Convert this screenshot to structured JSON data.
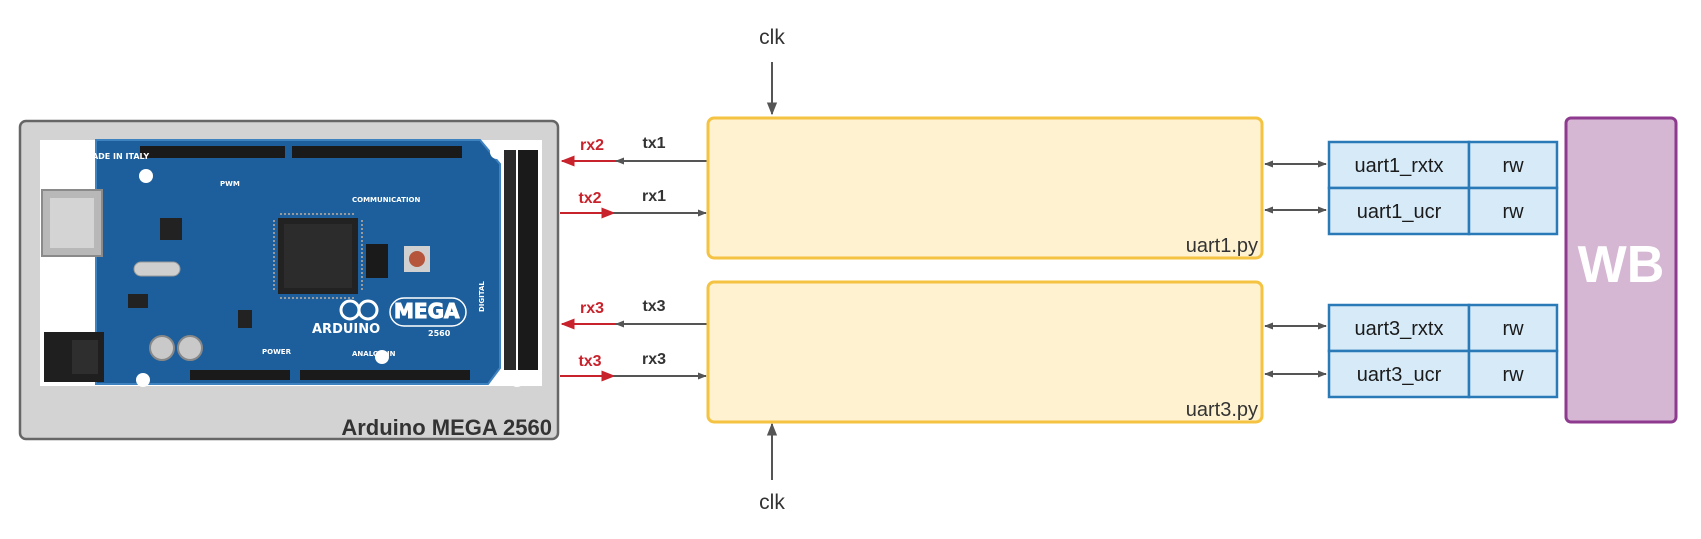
{
  "clock": {
    "top_label": "clk",
    "bottom_label": "clk"
  },
  "board": {
    "caption": "Arduino MEGA 2560",
    "photo_text": {
      "brand": "ARDUINO",
      "model": "MEGA",
      "model_number": "2560",
      "made_in": "MADE IN ITALY",
      "communication": "COMMUNICATION",
      "pwm": "PWM",
      "digital": "DIGITAL",
      "power": "POWER",
      "analog_in": "ANALOG IN"
    }
  },
  "signals": {
    "uart1": {
      "board_rx": "rx2",
      "board_tx": "tx2",
      "mod_tx": "tx1",
      "mod_rx": "rx1"
    },
    "uart3": {
      "board_rx": "rx3",
      "board_tx": "tx3",
      "mod_tx": "tx3",
      "mod_rx": "rx3"
    }
  },
  "modules": [
    {
      "name": "uart1.py"
    },
    {
      "name": "uart3.py"
    }
  ],
  "register_groups": [
    {
      "registers": [
        {
          "name": "uart1_rxtx",
          "access": "rw"
        },
        {
          "name": "uart1_ucr",
          "access": "rw"
        }
      ]
    },
    {
      "registers": [
        {
          "name": "uart3_rxtx",
          "access": "rw"
        },
        {
          "name": "uart3_ucr",
          "access": "rw"
        }
      ]
    }
  ],
  "bus": {
    "label": "WB"
  },
  "colors": {
    "module_fill": "#fff2d0",
    "module_stroke": "#f5c342",
    "register_fill": "#d6eaf8",
    "register_stroke": "#2a7ab8",
    "bus_fill": "#d5b7d4",
    "bus_stroke": "#8e3a8e",
    "board_fill": "#d3d3d3",
    "board_stroke": "#666666",
    "signal_red": "#c8232c",
    "arrow_gray": "#555555",
    "pcb_blue": "#1d5f9c"
  }
}
